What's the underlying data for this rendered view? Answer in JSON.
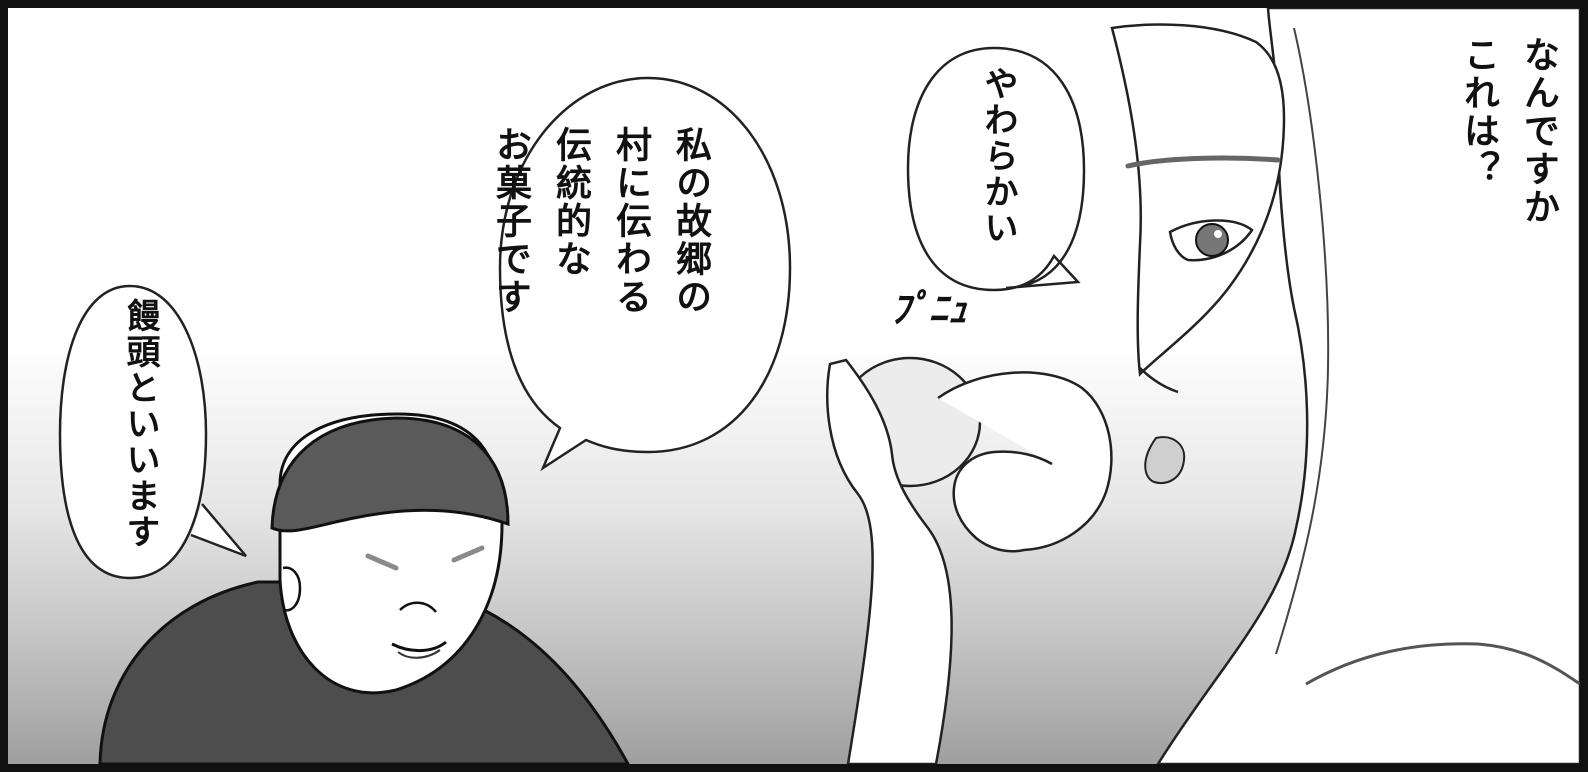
{
  "speech": {
    "one_line_1": "私の故郷の",
    "one_line_2": "村に伝わる",
    "one_line_3": "伝統的な",
    "one_line_4": "お菓子です",
    "two_line_1": "やわらかい",
    "three_line_1": "なんですか",
    "three_line_2": "これは？",
    "four_line_1": "饅頭といいます"
  },
  "sfx": "ﾌﾟﾆｭ"
}
